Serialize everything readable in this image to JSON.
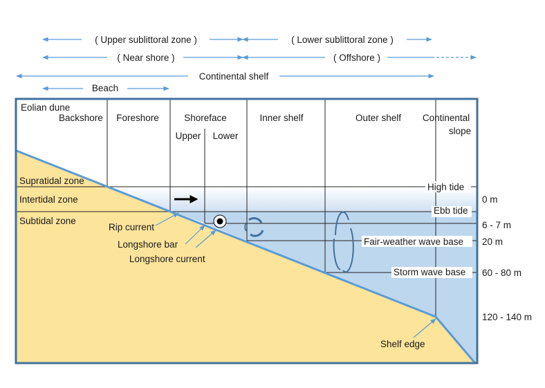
{
  "top_zones": {
    "upper_sublittoral": "( Upper sublittoral zone )",
    "lower_sublittoral": "( Lower sublittoral zone )",
    "near_shore": "( Near shore )",
    "offshore": "( Offshore )",
    "continental_shelf": "Continental shelf",
    "beach": "Beach"
  },
  "column_headers": {
    "eolian_dune": "Eolian dune",
    "backshore": "Backshore",
    "foreshore": "Foreshore",
    "shoreface": "Shoreface",
    "upper": "Upper",
    "lower": "Lower",
    "inner_shelf": "Inner shelf",
    "outer_shelf": "Outer shelf",
    "continental_slope_1": "Continental",
    "continental_slope_2": "slope"
  },
  "zones": {
    "supratidal": "Supratidal zone",
    "intertidal": "Intertidal zone",
    "subtidal": "Subtidal zone"
  },
  "features": {
    "rip_current": "Rip current",
    "longshore_bar": "Longshore bar",
    "longshore_current": "Longshore current",
    "shelf_edge": "Shelf edge"
  },
  "levels": {
    "high_tide": "High tide",
    "ebb_tide": "Ebb tide",
    "fair_weather": "Fair-weather wave base",
    "storm": "Storm wave base"
  },
  "depths": {
    "d0": "0 m",
    "d1": "6 - 7 m",
    "d2": "20 m",
    "d3": "60 - 80 m",
    "d4": "120 - 140 m"
  },
  "colors": {
    "sediment": "#fde49b",
    "water": "#bdd7ee",
    "frame": "#41719c",
    "arrow_blue": "#5b9bd5"
  }
}
